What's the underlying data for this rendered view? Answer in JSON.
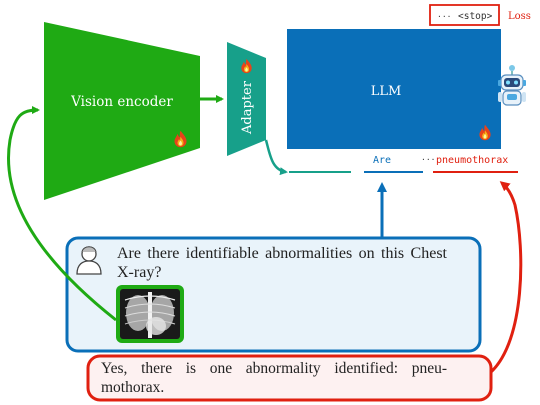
{
  "vision_encoder": {
    "label": "Vision encoder",
    "color": "#1faa14"
  },
  "adapter": {
    "label": "Adapter",
    "color": "#17a08a"
  },
  "llm": {
    "label": "LLM",
    "color": "#0a6fb8"
  },
  "output_tokens": {
    "token_1": "Are",
    "ellipsis": "···",
    "token_last": "pneumothorax"
  },
  "target_box": {
    "ellipsis": "···",
    "stop_token": "<stop>"
  },
  "loss_label": "Loss",
  "question": {
    "text": "Are there identifiable abnormalities on this Chest X-ray?"
  },
  "answer": {
    "text": "Yes, there is one abnormality identified: pneu-mothorax."
  },
  "icons": [
    "flame-icon",
    "robot-icon",
    "user-icon",
    "xray-image"
  ],
  "colors": {
    "green": "#1faa14",
    "teal": "#17a08a",
    "blue": "#0a6fb8",
    "red": "#e02010"
  }
}
